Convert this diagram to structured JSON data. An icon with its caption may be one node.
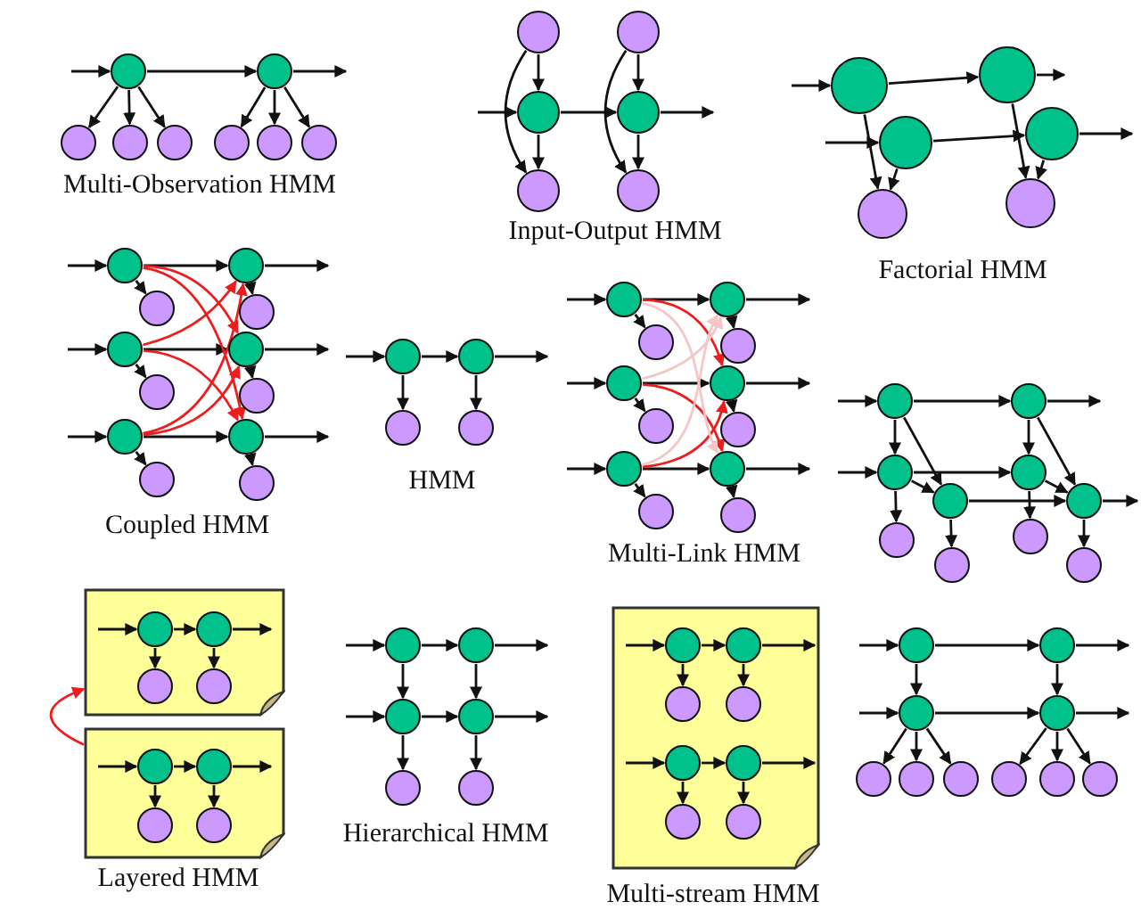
{
  "diagram": {
    "nodes": [
      {
        "text": [],
        "shape": "circle"
      },
      {
        "text": [],
        "shape": "circle"
      },
      {
        "text": [],
        "shape": "circle"
      },
      {
        "text": [],
        "shape": "circle"
      },
      {
        "text": [],
        "shape": "circle"
      },
      {
        "text": [],
        "shape": "circle"
      },
      {
        "text": [],
        "shape": "circle"
      },
      {
        "text": [],
        "shape": "circle"
      },
      {
        "text": [],
        "shape": "circle"
      },
      {
        "text": [],
        "shape": "circle"
      },
      {
        "text": [],
        "shape": "circle"
      },
      {
        "text": [],
        "shape": "circle"
      },
      {
        "text": [],
        "shape": "circle"
      },
      {
        "text": [],
        "shape": "circle"
      },
      {
        "text": [],
        "shape": "circle"
      },
      {
        "text": [],
        "shape": "circle"
      },
      {
        "text": [],
        "shape": "circle"
      },
      {
        "text": [],
        "shape": "circle"
      },
      {
        "text": [],
        "shape": "circle"
      },
      {
        "text": [],
        "shape": "circle"
      },
      {
        "text": [],
        "shape": "circle"
      },
      {
        "text": [],
        "shape": "circle"
      },
      {
        "text": [],
        "shape": "circle"
      },
      {
        "text": [],
        "shape": "circle"
      },
      {
        "text": [],
        "shape": "circle"
      },
      {
        "text": [],
        "shape": "circle"
      },
      {
        "text": [],
        "shape": "circle"
      },
      {
        "text": [],
        "shape": "circle"
      },
      {
        "text": [],
        "shape": "circle"
      },
      {
        "text": [],
        "shape": "circle"
      },
      {
        "text": [],
        "shape": "circle"
      },
      {
        "text": [],
        "shape": "circle"
      },
      {
        "text": [],
        "shape": "circle"
      },
      {
        "text": [],
        "shape": "circle"
      },
      {
        "text": [],
        "shape": "circle"
      },
      {
        "text": [],
        "shape": "circle"
      },
      {
        "text": [],
        "shape": "circle"
      },
      {
        "text": [],
        "shape": "circle"
      },
      {
        "text": [],
        "shape": "circle"
      },
      {
        "text": [],
        "shape": "circle"
      },
      {
        "text": [],
        "shape": "circle"
      },
      {
        "text": [],
        "shape": "circle"
      },
      {
        "text": [],
        "shape": "circle"
      },
      {
        "text": [],
        "shape": "circle"
      },
      {
        "text": [],
        "shape": "circle"
      },
      {
        "text": [],
        "shape": "circle"
      },
      {
        "text": [],
        "shape": "circle"
      },
      {
        "text": [],
        "shape": "circle"
      },
      {
        "text": [],
        "shape": "circle"
      },
      {
        "text": [],
        "shape": "circle"
      },
      {
        "text": [],
        "shape": "circle"
      },
      {
        "text": [],
        "shape": "circle"
      },
      {
        "text": [],
        "shape": "circle"
      },
      {
        "text": [],
        "shape": "circle"
      },
      {
        "text": [],
        "shape": "circle"
      },
      {
        "text": [],
        "shape": "circle"
      },
      {
        "text": [],
        "shape": "circle"
      },
      {
        "text": [],
        "shape": "circle"
      },
      {
        "text": [],
        "shape": "box"
      },
      {
        "text": [],
        "shape": "circle",
        "in": 58
      },
      {
        "text": [],
        "shape": "circle",
        "in": 58
      },
      {
        "text": [],
        "shape": "circle",
        "in": 58
      },
      {
        "text": [],
        "shape": "circle",
        "in": 58
      },
      {
        "text": [],
        "shape": "box"
      },
      {
        "text": [],
        "shape": "circle",
        "in": 63
      },
      {
        "text": [],
        "shape": "circle",
        "in": 63
      },
      {
        "text": [],
        "shape": "circle",
        "in": 63
      },
      {
        "text": [],
        "shape": "circle",
        "in": 63
      },
      {
        "text": [],
        "shape": "circle"
      },
      {
        "text": [],
        "shape": "circle"
      },
      {
        "text": [],
        "shape": "circle"
      },
      {
        "text": [],
        "shape": "circle"
      },
      {
        "text": [],
        "shape": "circle"
      },
      {
        "text": [],
        "shape": "circle"
      },
      {
        "text": [],
        "shape": "box"
      },
      {
        "text": [],
        "shape": "circle",
        "in": 74
      },
      {
        "text": [],
        "shape": "circle",
        "in": 74
      },
      {
        "text": [],
        "shape": "circle",
        "in": 74
      },
      {
        "text": [],
        "shape": "circle",
        "in": 74
      },
      {
        "text": [],
        "shape": "circle",
        "in": 74
      },
      {
        "text": [],
        "shape": "circle",
        "in": 74
      },
      {
        "text": [],
        "shape": "circle",
        "in": 74
      },
      {
        "text": [],
        "shape": "circle",
        "in": 74
      },
      {
        "text": [],
        "shape": "circle"
      },
      {
        "text": [],
        "shape": "circle"
      },
      {
        "text": [],
        "shape": "circle"
      },
      {
        "text": [],
        "shape": "circle"
      },
      {
        "text": [],
        "shape": "circle"
      },
      {
        "text": [],
        "shape": "circle"
      },
      {
        "text": [],
        "shape": "circle"
      },
      {
        "text": [],
        "shape": "circle"
      },
      {
        "text": [],
        "shape": "circle"
      },
      {
        "text": [],
        "shape": "circle"
      }
    ],
    "edges": [
      {
        "from": null,
        "to": 0,
        "arrow": "to"
      },
      {
        "from": 0,
        "to": 1,
        "arrow": "to"
      },
      {
        "from": 1,
        "to": null,
        "arrow": "to"
      },
      {
        "from": 0,
        "to": 2,
        "arrow": "to"
      },
      {
        "from": 0,
        "to": 3,
        "arrow": "to"
      },
      {
        "from": 0,
        "to": 4,
        "arrow": "to"
      },
      {
        "from": 1,
        "to": 5,
        "arrow": "to"
      },
      {
        "from": 1,
        "to": 6,
        "arrow": "to"
      },
      {
        "from": 1,
        "to": 7,
        "arrow": "to"
      },
      {
        "from": 8,
        "to": 10,
        "arrow": "to"
      },
      {
        "from": 8,
        "to": 12,
        "arrow": "to"
      },
      {
        "from": null,
        "to": 10,
        "arrow": "to"
      },
      {
        "from": 10,
        "to": 11,
        "arrow": "to"
      },
      {
        "from": 11,
        "to": null,
        "arrow": "to"
      },
      {
        "from": 10,
        "to": 12,
        "arrow": "to"
      },
      {
        "from": 9,
        "to": 11,
        "arrow": "to"
      },
      {
        "from": 9,
        "to": 13,
        "arrow": "to"
      },
      {
        "from": 11,
        "to": 13,
        "arrow": "to"
      },
      {
        "from": null,
        "to": 14,
        "arrow": "to"
      },
      {
        "from": 14,
        "to": 15,
        "arrow": "to"
      },
      {
        "from": 15,
        "to": null,
        "arrow": "to"
      },
      {
        "from": null,
        "to": 16,
        "arrow": "to"
      },
      {
        "from": 16,
        "to": 17,
        "arrow": "to"
      },
      {
        "from": 17,
        "to": null,
        "arrow": "to"
      },
      {
        "from": 14,
        "to": 18,
        "arrow": "to"
      },
      {
        "from": 16,
        "to": 18,
        "arrow": "to"
      },
      {
        "from": 15,
        "to": 19,
        "arrow": "to"
      },
      {
        "from": 17,
        "to": 19,
        "arrow": "to"
      },
      {
        "from": null,
        "to": 20,
        "arrow": "to"
      },
      {
        "from": 20,
        "to": 21,
        "arrow": "to"
      },
      {
        "from": 21,
        "to": null,
        "arrow": "to"
      },
      {
        "from": 20,
        "to": 22,
        "arrow": "to"
      },
      {
        "from": 21,
        "to": 23,
        "arrow": "to"
      },
      {
        "from": null,
        "to": 24,
        "arrow": "to"
      },
      {
        "from": 24,
        "to": 25,
        "arrow": "to"
      },
      {
        "from": 25,
        "to": null,
        "arrow": "to"
      },
      {
        "from": 24,
        "to": 26,
        "arrow": "to"
      },
      {
        "from": 25,
        "to": 27,
        "arrow": "to"
      },
      {
        "from": null,
        "to": 28,
        "arrow": "to"
      },
      {
        "from": 28,
        "to": 29,
        "arrow": "to"
      },
      {
        "from": 29,
        "to": null,
        "arrow": "to"
      },
      {
        "from": 28,
        "to": 30,
        "arrow": "to"
      },
      {
        "from": 29,
        "to": 31,
        "arrow": "to"
      },
      {
        "from": 20,
        "to": 25,
        "arrow": "to",
        "color": "#ee1c1c"
      },
      {
        "from": 20,
        "to": 29,
        "arrow": "to",
        "color": "#ee1c1c"
      },
      {
        "from": 24,
        "to": 21,
        "arrow": "to",
        "color": "#ee1c1c"
      },
      {
        "from": 24,
        "to": 29,
        "arrow": "to",
        "color": "#ee1c1c"
      },
      {
        "from": 28,
        "to": 21,
        "arrow": "to",
        "color": "#ee1c1c"
      },
      {
        "from": 28,
        "to": 25,
        "arrow": "to",
        "color": "#ee1c1c"
      },
      {
        "from": null,
        "to": 32,
        "arrow": "to"
      },
      {
        "from": 32,
        "to": 33,
        "arrow": "to"
      },
      {
        "from": 33,
        "to": null,
        "arrow": "to"
      },
      {
        "from": 32,
        "to": 34,
        "arrow": "to"
      },
      {
        "from": 33,
        "to": 35,
        "arrow": "to"
      },
      {
        "from": null,
        "to": 36,
        "arrow": "to"
      },
      {
        "from": 36,
        "to": 37,
        "arrow": "to"
      },
      {
        "from": 37,
        "to": null,
        "arrow": "to"
      },
      {
        "from": 36,
        "to": 38,
        "arrow": "to"
      },
      {
        "from": 37,
        "to": 39,
        "arrow": "to"
      },
      {
        "from": null,
        "to": 40,
        "arrow": "to"
      },
      {
        "from": 40,
        "to": 41,
        "arrow": "to"
      },
      {
        "from": 41,
        "to": null,
        "arrow": "to"
      },
      {
        "from": 40,
        "to": 42,
        "arrow": "to"
      },
      {
        "from": 41,
        "to": 43,
        "arrow": "to"
      },
      {
        "from": null,
        "to": 44,
        "arrow": "to"
      },
      {
        "from": 44,
        "to": 45,
        "arrow": "to"
      },
      {
        "from": 45,
        "to": null,
        "arrow": "to"
      },
      {
        "from": 44,
        "to": 46,
        "arrow": "to"
      },
      {
        "from": 45,
        "to": 47,
        "arrow": "to"
      },
      {
        "from": 36,
        "to": 41,
        "arrow": "to",
        "color": "#ee1c1c"
      },
      {
        "from": 40,
        "to": 45,
        "arrow": "to",
        "color": "#ee1c1c"
      },
      {
        "from": 44,
        "to": 41,
        "arrow": "to",
        "color": "#ee1c1c"
      },
      {
        "from": 44,
        "to": 37,
        "arrow": "to",
        "color": "#f4c6c6"
      },
      {
        "from": 40,
        "to": 37,
        "arrow": "to",
        "color": "#f4c6c6"
      },
      {
        "from": 36,
        "to": 45,
        "arrow": "to",
        "color": "#f4c6c6"
      },
      {
        "from": null,
        "to": 48,
        "arrow": "to"
      },
      {
        "from": 48,
        "to": 49,
        "arrow": "to"
      },
      {
        "from": 49,
        "to": null,
        "arrow": "to"
      },
      {
        "from": 48,
        "to": 50,
        "arrow": "to"
      },
      {
        "from": 48,
        "to": 52,
        "arrow": "to"
      },
      {
        "from": 49,
        "to": 51,
        "arrow": "to"
      },
      {
        "from": 49,
        "to": 53,
        "arrow": "to"
      },
      {
        "from": null,
        "to": 50,
        "arrow": "to"
      },
      {
        "from": 50,
        "to": 51,
        "arrow": "to"
      },
      {
        "from": 51,
        "to": 53,
        "arrow": "to"
      },
      {
        "from": 50,
        "to": 52,
        "arrow": "to"
      },
      {
        "from": 52,
        "to": 53,
        "arrow": "to"
      },
      {
        "from": 53,
        "to": null,
        "arrow": "to"
      },
      {
        "from": 50,
        "to": 54,
        "arrow": "to"
      },
      {
        "from": 52,
        "to": 55,
        "arrow": "to"
      },
      {
        "from": 51,
        "to": 56,
        "arrow": "to"
      },
      {
        "from": 53,
        "to": 57,
        "arrow": "to"
      },
      {
        "from": null,
        "to": 59,
        "arrow": "to"
      },
      {
        "from": 59,
        "to": 60,
        "arrow": "to"
      },
      {
        "from": 60,
        "to": null,
        "arrow": "to"
      },
      {
        "from": 59,
        "to": 61,
        "arrow": "to"
      },
      {
        "from": 60,
        "to": 62,
        "arrow": "to"
      },
      {
        "from": null,
        "to": 64,
        "arrow": "to"
      },
      {
        "from": 64,
        "to": 65,
        "arrow": "to"
      },
      {
        "from": 65,
        "to": null,
        "arrow": "to"
      },
      {
        "from": 64,
        "to": 66,
        "arrow": "to"
      },
      {
        "from": 65,
        "to": 67,
        "arrow": "to"
      },
      {
        "from": 63,
        "to": 58,
        "arrow": "to",
        "color": "#ee1c1c"
      },
      {
        "from": null,
        "to": 68,
        "arrow": "to"
      },
      {
        "from": 68,
        "to": 69,
        "arrow": "to"
      },
      {
        "from": 69,
        "to": null,
        "arrow": "to"
      },
      {
        "from": null,
        "to": 70,
        "arrow": "to"
      },
      {
        "from": 70,
        "to": 71,
        "arrow": "to"
      },
      {
        "from": 71,
        "to": null,
        "arrow": "to"
      },
      {
        "from": 68,
        "to": 70,
        "arrow": "to"
      },
      {
        "from": 69,
        "to": 71,
        "arrow": "to"
      },
      {
        "from": 70,
        "to": 72,
        "arrow": "to"
      },
      {
        "from": 71,
        "to": 73,
        "arrow": "to"
      },
      {
        "from": null,
        "to": 75,
        "arrow": "to"
      },
      {
        "from": 75,
        "to": 76,
        "arrow": "to"
      },
      {
        "from": 76,
        "to": null,
        "arrow": "to"
      },
      {
        "from": 75,
        "to": 77,
        "arrow": "to"
      },
      {
        "from": 76,
        "to": 78,
        "arrow": "to"
      },
      {
        "from": null,
        "to": 79,
        "arrow": "to"
      },
      {
        "from": 79,
        "to": 80,
        "arrow": "to"
      },
      {
        "from": 80,
        "to": null,
        "arrow": "to"
      },
      {
        "from": 79,
        "to": 81,
        "arrow": "to"
      },
      {
        "from": 80,
        "to": 82,
        "arrow": "to"
      },
      {
        "from": null,
        "to": 83,
        "arrow": "to"
      },
      {
        "from": 83,
        "to": 84,
        "arrow": "to"
      },
      {
        "from": 84,
        "to": null,
        "arrow": "to"
      },
      {
        "from": null,
        "to": 85,
        "arrow": "to"
      },
      {
        "from": 85,
        "to": 86,
        "arrow": "to"
      },
      {
        "from": 86,
        "to": null,
        "arrow": "to"
      },
      {
        "from": 83,
        "to": 85,
        "arrow": "to"
      },
      {
        "from": 84,
        "to": 86,
        "arrow": "to"
      },
      {
        "from": 85,
        "to": 87,
        "arrow": "to"
      },
      {
        "from": 85,
        "to": 88,
        "arrow": "to"
      },
      {
        "from": 85,
        "to": 89,
        "arrow": "to"
      },
      {
        "from": 86,
        "to": 90,
        "arrow": "to"
      },
      {
        "from": 86,
        "to": 91,
        "arrow": "to"
      },
      {
        "from": 86,
        "to": 92,
        "arrow": "to"
      }
    ],
    "labels": [
      "Multi-Observation HMM",
      "Input-Output HMM",
      "Factorial HMM",
      "HMM",
      "Coupled HMM",
      "Multi-Link HMM",
      "Hierarchical HMM",
      "Layered HMM",
      "Multi-stream HMM"
    ]
  }
}
